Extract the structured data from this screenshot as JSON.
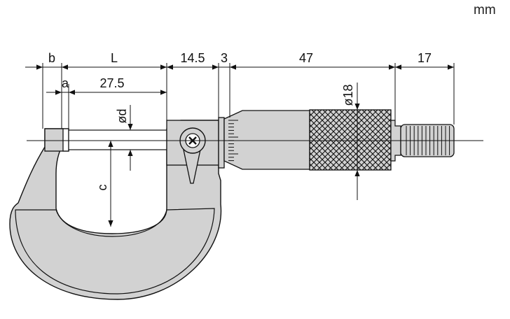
{
  "unit": "mm",
  "dimensions": {
    "b": "b",
    "L": "L",
    "d145": "14.5",
    "d3": "3",
    "d47": "47",
    "d17": "17",
    "a": "a",
    "d275": "27.5",
    "phi_d": "ød",
    "phi18": "ø18",
    "c": "c"
  },
  "colors": {
    "body_fill": "#d2d2d2",
    "line": "#111111",
    "white": "#ffffff"
  }
}
